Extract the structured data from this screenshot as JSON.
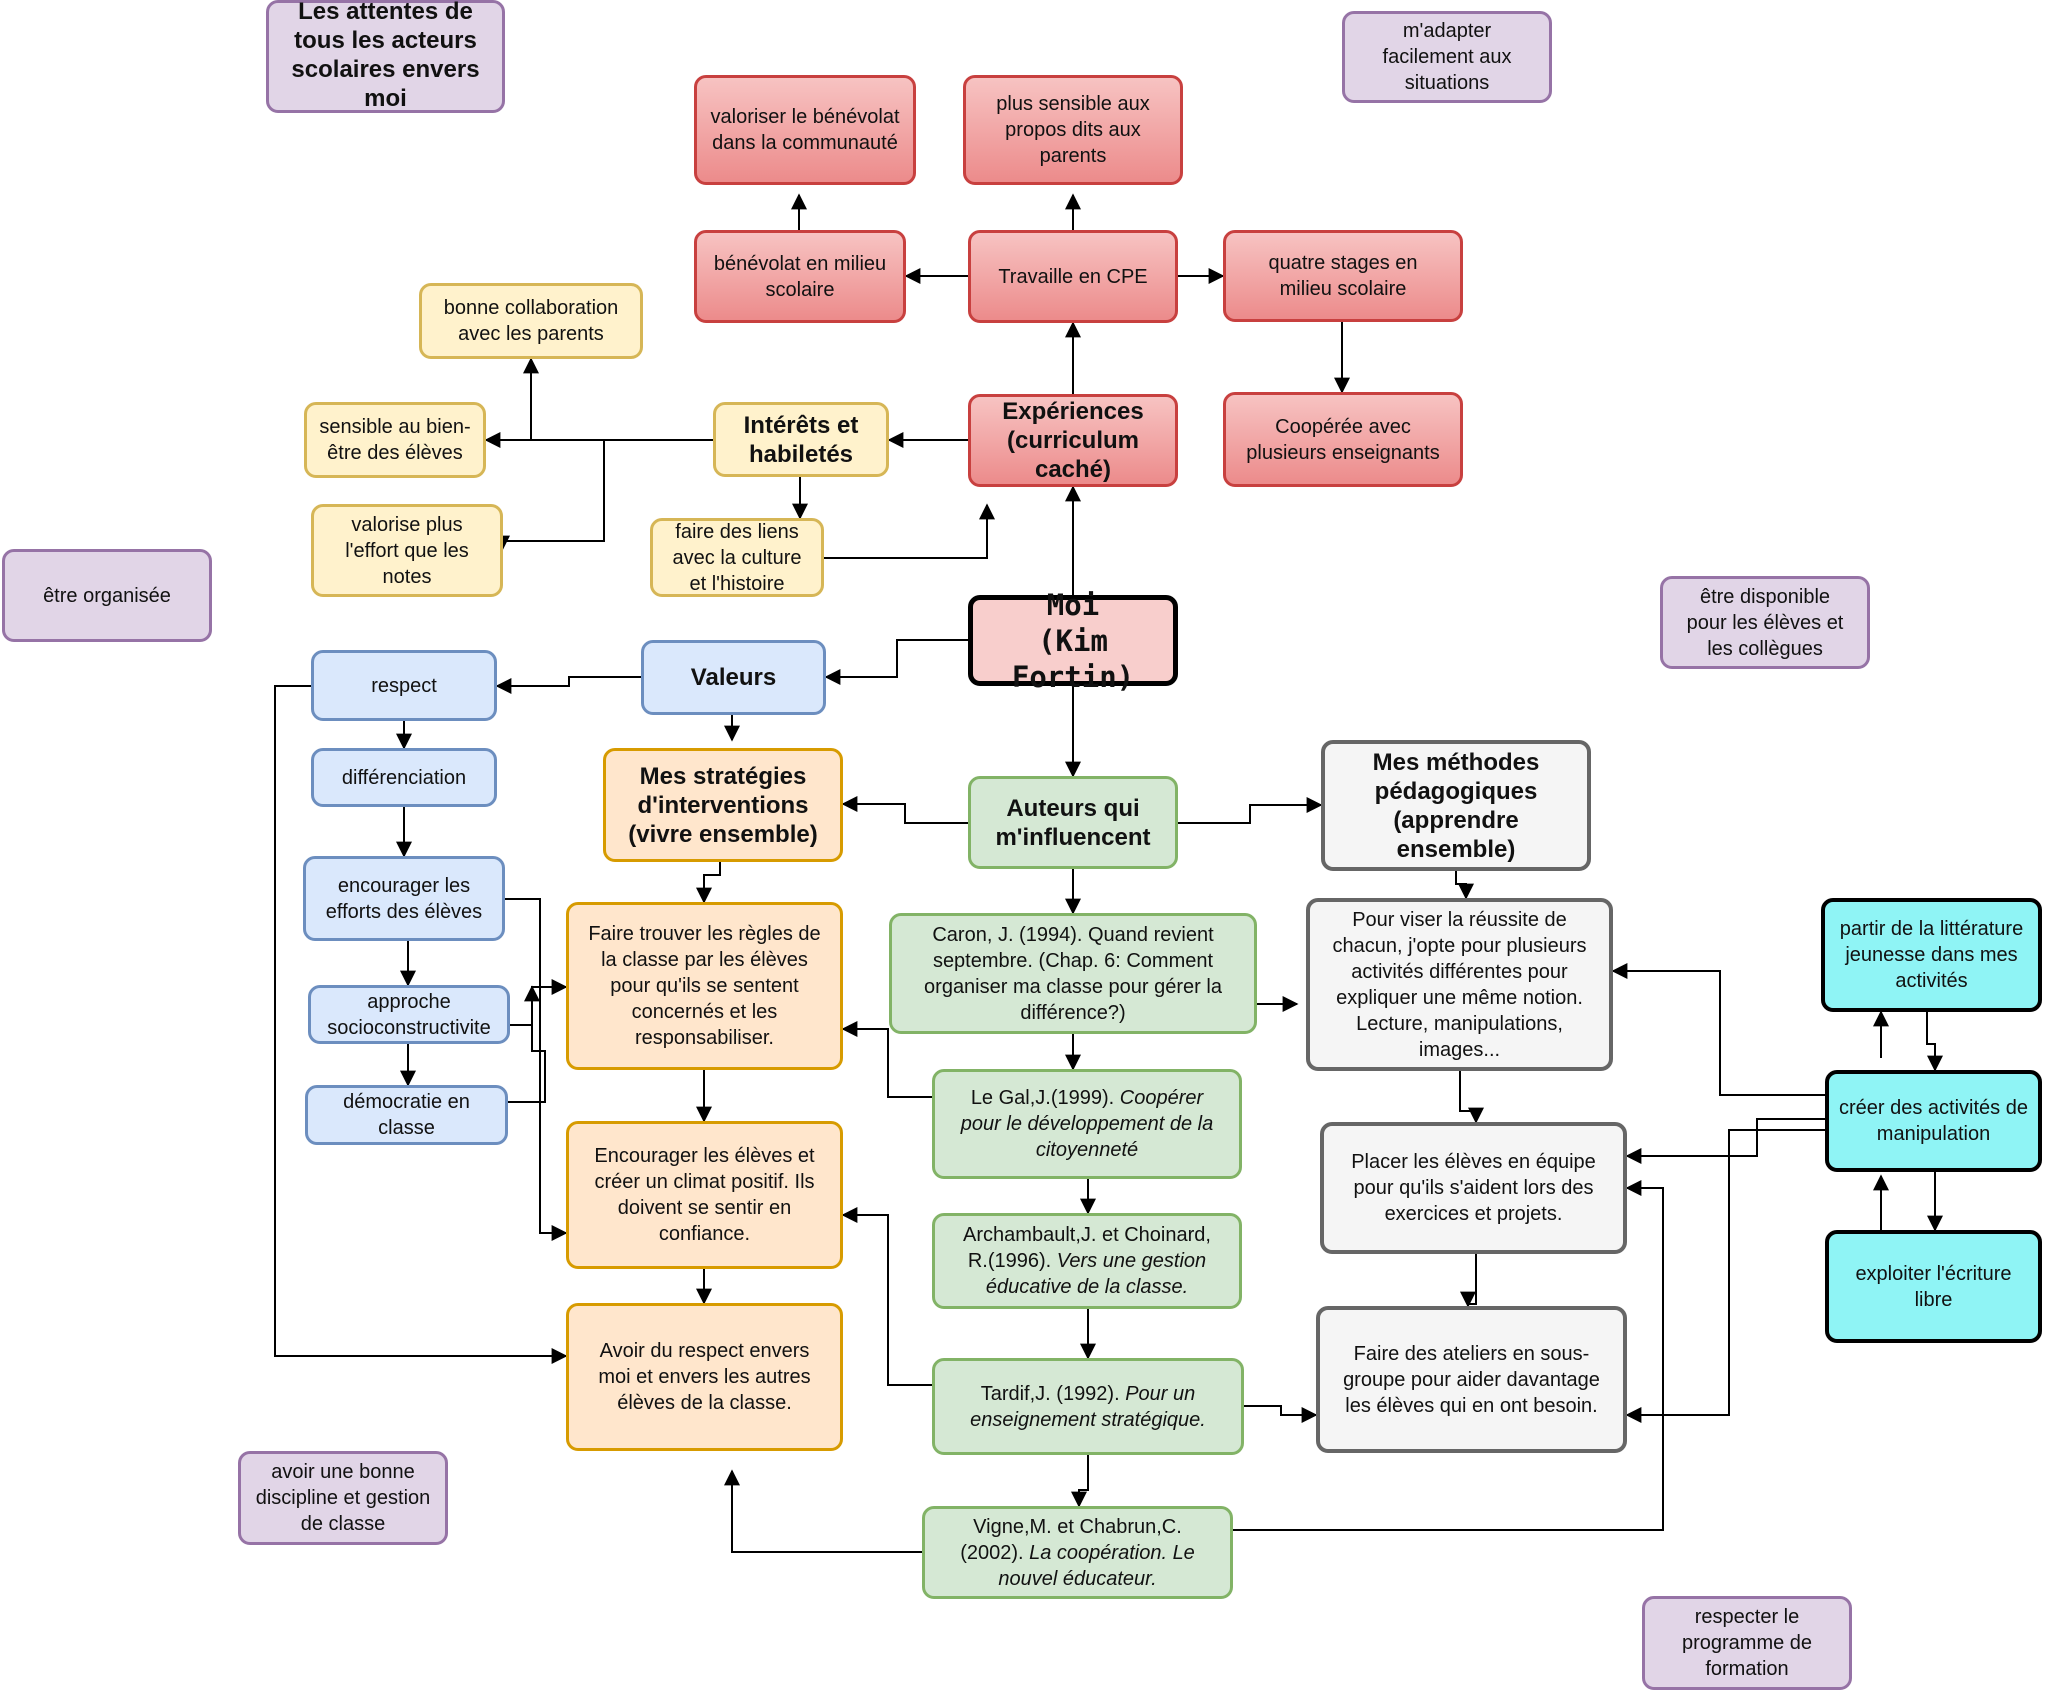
{
  "center": [
    "Moi",
    "(Kim Fortin)"
  ],
  "experiences": {
    "hub": [
      "Expériences",
      "(curriculum",
      "caché)"
    ],
    "cpe": [
      "Travaille en CPE"
    ],
    "parents_sensible": [
      "plus sensible aux",
      "propos dits aux",
      "parents"
    ],
    "benevolat_milieu": [
      "bénévolat en milieu",
      "scolaire"
    ],
    "benevolat_communaute": [
      "valoriser le bénévolat",
      "dans la communauté"
    ],
    "stages": [
      "quatre stages en",
      "milieu scolaire"
    ],
    "cooperee": [
      "Coopérée avec",
      "plusieurs enseignants"
    ]
  },
  "interets": {
    "hub": [
      "Intérêts et",
      "habiletés"
    ],
    "collaboration": [
      "bonne collaboration",
      "avec les parents"
    ],
    "bien_etre": [
      "sensible au bien-",
      "être des élèves"
    ],
    "effort": [
      "valorise plus",
      "l'effort que les",
      "notes"
    ],
    "liens": [
      "faire des liens",
      "avec la culture",
      "et l'histoire"
    ]
  },
  "valeurs": {
    "hub": [
      "Valeurs"
    ],
    "items": [
      [
        "respect"
      ],
      [
        "différenciation"
      ],
      [
        "encourager les",
        "efforts des élèves"
      ],
      [
        "approche",
        "socioconstructivite"
      ],
      [
        "démocratie en",
        "classe"
      ]
    ]
  },
  "strategies": {
    "hub": [
      "Mes stratégies",
      "d'interventions",
      "(vivre ensemble)"
    ],
    "items": [
      [
        "Faire trouver les règles de",
        "la classe par les élèves",
        "pour qu'ils se sentent",
        "concernés et les",
        "responsabiliser."
      ],
      [
        "Encourager les élèves et",
        "créer un climat positif. Ils",
        "doivent se sentir en",
        "confiance."
      ],
      [
        "Avoir du respect envers",
        "moi et envers les autres",
        "élèves de la classe."
      ]
    ]
  },
  "auteurs": {
    "hub": [
      "Auteurs qui",
      "m'influencent"
    ],
    "items": [
      {
        "plain": [
          "Caron, J. (1994). Quand revient",
          "septembre. (Chap. 6: Comment",
          "organiser ma classe pour gérer la",
          "différence?)"
        ],
        "italic": []
      },
      {
        "plain": [
          "Le Gal,J.(1999). "
        ],
        "italic": [
          "Coopérer",
          "pour le développement de la",
          "citoyenneté"
        ]
      },
      {
        "plain": [
          "Archambault,J. et Choinard,",
          "R.(1996). "
        ],
        "italic": [
          "Vers une gestion",
          "éducative de la classe."
        ]
      },
      {
        "plain": [
          "Tardif,J. (1992). "
        ],
        "italic": [
          "Pour un",
          "enseignement stratégique."
        ]
      },
      {
        "plain": [
          "Vigne,M. et Chabrun,C.",
          "(2002). "
        ],
        "italic": [
          "La coopération. Le",
          "nouvel éducateur."
        ]
      }
    ]
  },
  "methodes": {
    "hub": [
      "Mes méthodes",
      "pédagogiques",
      "(apprendre",
      "ensemble)"
    ],
    "items": [
      [
        "Pour viser la réussite de",
        "chacun, j'opte pour plusieurs",
        "activités différentes pour",
        "expliquer une même notion.",
        "Lecture, manipulations,",
        "images..."
      ],
      [
        "Placer les élèves en équipe",
        "pour qu'ils s'aident lors des",
        "exercices et projets."
      ],
      [
        "Faire des ateliers en sous-",
        "groupe pour aider davantage",
        "les élèves qui en ont besoin."
      ]
    ]
  },
  "activites": {
    "litterature": [
      "partir de la littérature",
      "jeunesse dans mes",
      "activités"
    ],
    "manipulation": [
      "créer des activités de",
      "manipulation"
    ],
    "ecriture": [
      "exploiter l'écriture",
      "libre"
    ]
  },
  "attentes": {
    "title": [
      "Les attentes de",
      "tous les acteurs",
      "scolaires envers",
      "moi"
    ],
    "items": [
      [
        "m'adapter",
        "facilement aux",
        "situations"
      ],
      [
        "être organisée"
      ],
      [
        "être disponible",
        "pour les élèves et",
        "les collègues"
      ],
      [
        "avoir une bonne",
        "discipline et gestion",
        "de classe"
      ],
      [
        "respecter le",
        "programme de",
        "formation"
      ]
    ]
  },
  "colors": {
    "red_border": "#c8403f",
    "yellow_border": "#d6b656",
    "purple_border": "#9673a6",
    "blue_border": "#6c8ebf",
    "orange_border": "#d79b00",
    "green_border": "#82b366",
    "gray_border": "#666666",
    "cyan_fill": "#8ff4f5",
    "connector": "#000000"
  }
}
